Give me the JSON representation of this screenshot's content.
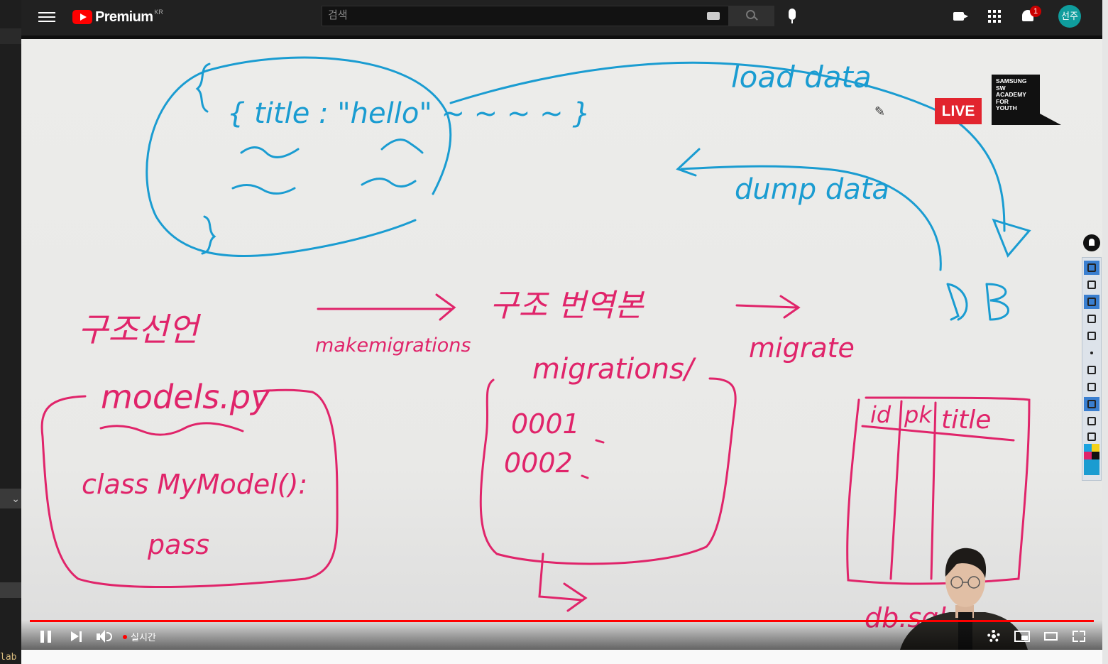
{
  "header": {
    "brand": "Premium",
    "region": "KR",
    "search_placeholder": "검색",
    "notification_count": "1",
    "avatar_initials": "선주"
  },
  "video": {
    "live_badge": "LIVE",
    "academy_logo": "SAMSUNG\nSW\nACADEMY\nFOR\nYOUTH",
    "whiteboard": {
      "json_block": "{ title : \"hello\" ~ ~ ~ ~ }",
      "load_data": "load data",
      "dump_data": "dump data",
      "db": "DB",
      "model_declaration": "구조선언",
      "makemigrations": "makemigrations",
      "migration_version": "구조 번역본",
      "migrate": "migrate",
      "models_file": "models.py",
      "class_line": "class MyModel():",
      "pass_line": "pass",
      "migrations_folder": "migrations/",
      "migration_1": "0001",
      "migration_2": "0002",
      "table_columns": [
        "id",
        "pk",
        "title"
      ],
      "db_file": "db.sql..."
    }
  },
  "player": {
    "live_label": "실시간",
    "progress": 1.0
  },
  "colors": {
    "blue_marker": "#1a9cd1",
    "pink_marker": "#e0246a",
    "live_red": "#e2242e"
  },
  "sidebar": {
    "code_snippet": "lab"
  },
  "icons": [
    "menu-icon",
    "youtube-logo-icon",
    "keyboard-icon",
    "search-icon",
    "mic-icon",
    "create-video-icon",
    "apps-icon",
    "bell-icon",
    "pause-icon",
    "next-icon",
    "volume-icon",
    "settings-icon",
    "miniplayer-icon",
    "theater-icon",
    "fullscreen-icon"
  ]
}
